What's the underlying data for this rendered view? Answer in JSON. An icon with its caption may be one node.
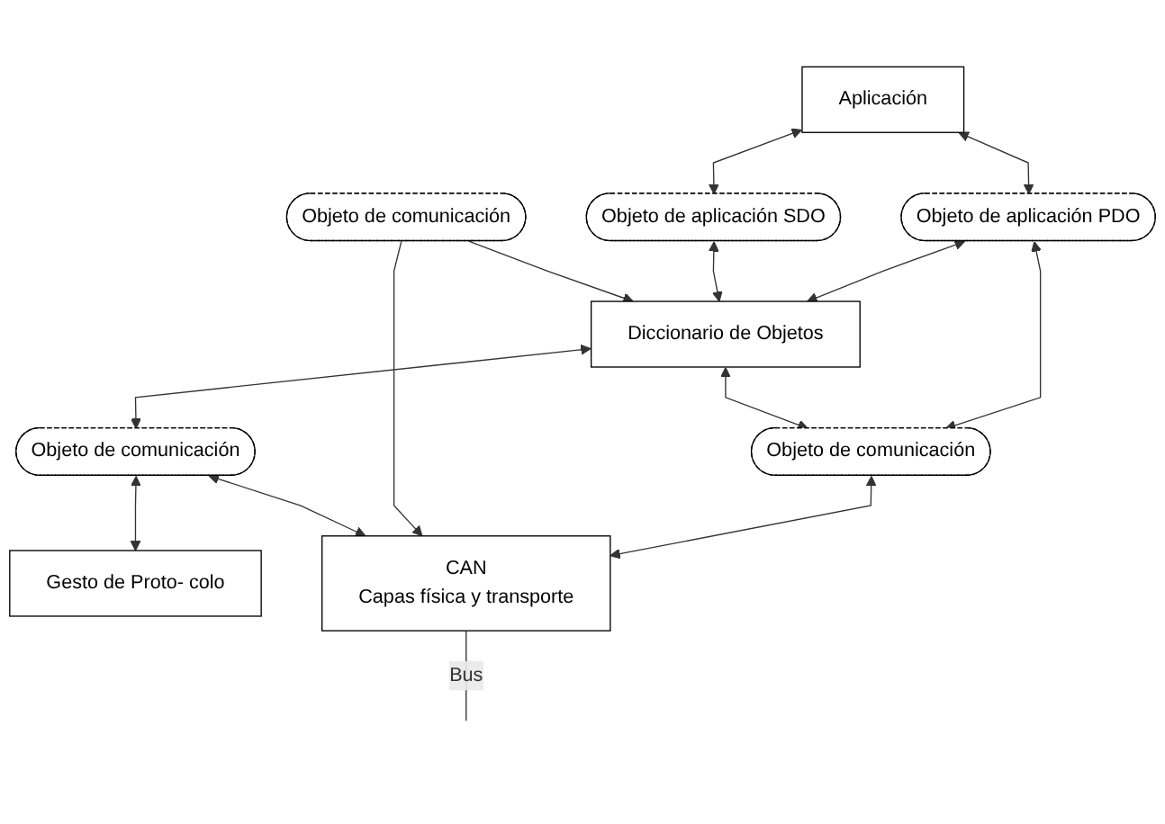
{
  "diagram": {
    "nodes": [
      {
        "text": [
          "Aplicación"
        ]
      },
      {
        "text": [
          "Objeto de aplicación PDO"
        ]
      },
      {
        "text": [
          "Diccionario de Objetos"
        ]
      },
      {
        "text": [
          "Objeto de aplicación SDO"
        ]
      },
      {
        "text": [
          "Gesto de Proto- colo"
        ]
      },
      {
        "text": [
          "Objeto de comunicación"
        ]
      },
      {
        "text": [
          "Objeto de comunicación"
        ]
      },
      {
        "text": [
          "Objeto de comunicación"
        ]
      },
      {
        "text": [
          "CAN",
          "Capas física y transporte"
        ]
      }
    ],
    "edges": [
      {
        "from": 0,
        "to": 1,
        "arrow": "both"
      },
      {
        "from": 0,
        "to": 3,
        "arrow": "both"
      },
      {
        "from": 1,
        "to": 2,
        "arrow": "both"
      },
      {
        "from": 3,
        "to": 2,
        "arrow": "both"
      },
      {
        "from": 1,
        "to": 5,
        "arrow": "both"
      },
      {
        "from": 2,
        "to": 5,
        "arrow": "both"
      },
      {
        "from": 6,
        "to": 2,
        "arrow": "to"
      },
      {
        "from": 2,
        "to": 7,
        "arrow": "both"
      },
      {
        "from": 5,
        "to": 8,
        "arrow": "both"
      },
      {
        "from": 6,
        "to": 8,
        "arrow": "to"
      },
      {
        "from": 7,
        "to": 8,
        "arrow": "both"
      },
      {
        "from": 7,
        "to": 4,
        "arrow": "both"
      },
      {
        "from": 8,
        "to": null,
        "arrow": "none",
        "label": "Bus"
      }
    ]
  }
}
